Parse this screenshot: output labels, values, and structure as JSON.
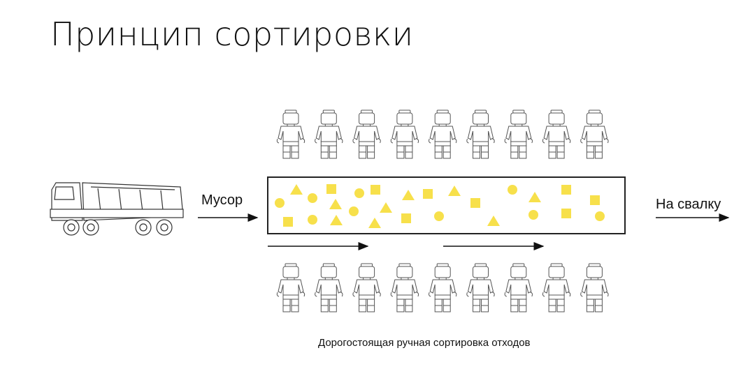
{
  "title": "Принцип сортировки",
  "input_label": "Мусор",
  "output_label": "На свалку",
  "caption": "Дорогостоящая ручная сортировка отходов",
  "colors": {
    "item": "#F7E04B",
    "line": "#111111",
    "figure": "#555555"
  },
  "workers": {
    "top_row": 9,
    "bottom_row": 9
  }
}
